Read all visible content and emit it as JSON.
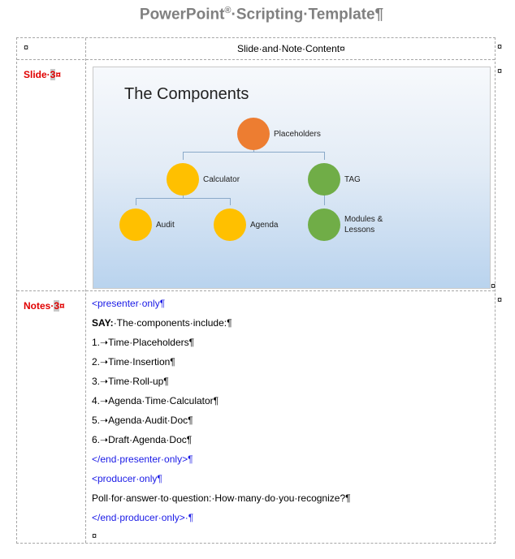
{
  "document": {
    "title": "PowerPoint",
    "title_mark": "®",
    "title_rest": "·Scripting·Template¶"
  },
  "table": {
    "header_left": "¤",
    "header_center": "Slide·and·Note·Content¤",
    "header_right": "¤",
    "slide_label": "Slide·",
    "slide_num": "3",
    "slide_label_end": "¤",
    "slide_cell_mark": "¤",
    "slide_row_mark": "¤",
    "notes_label": "Notes·",
    "notes_num": "3",
    "notes_label_end": "¤",
    "notes_row_mark": "¤"
  },
  "slide": {
    "title": "The Components",
    "nodes": {
      "placeholders": "Placeholders",
      "calculator": "Calculator",
      "tag": "TAG",
      "audit": "Audit",
      "agenda": "Agenda",
      "modules_line1": "Modules &",
      "modules_line2": "Lessons"
    }
  },
  "notes": {
    "presenter_open": "<presenter·only¶",
    "say_label": "SAY:",
    "say_text": "·The·components·include:¶",
    "items": [
      "1.➝Time·Placeholders¶",
      "2.➝Time·Insertion¶",
      "3.➝Time·Roll-up¶",
      "4.➝Agenda·Time·Calculator¶",
      "5.➝Agenda·Audit·Doc¶",
      "6.➝Draft·Agenda·Doc¶"
    ],
    "presenter_close": "</end·presenter·only>¶",
    "producer_open": "<producer·only¶",
    "poll": "Poll·for·answer·to·question:·How·many·do·you·recognize?¶",
    "producer_close": "</end·producer·only>·¶",
    "end_mark": "¤"
  },
  "colors": {
    "orange": "#ed7d31",
    "yellow": "#ffc000",
    "green": "#70ad47",
    "label_red": "#e00000",
    "tag_blue": "#1a1ae6"
  }
}
